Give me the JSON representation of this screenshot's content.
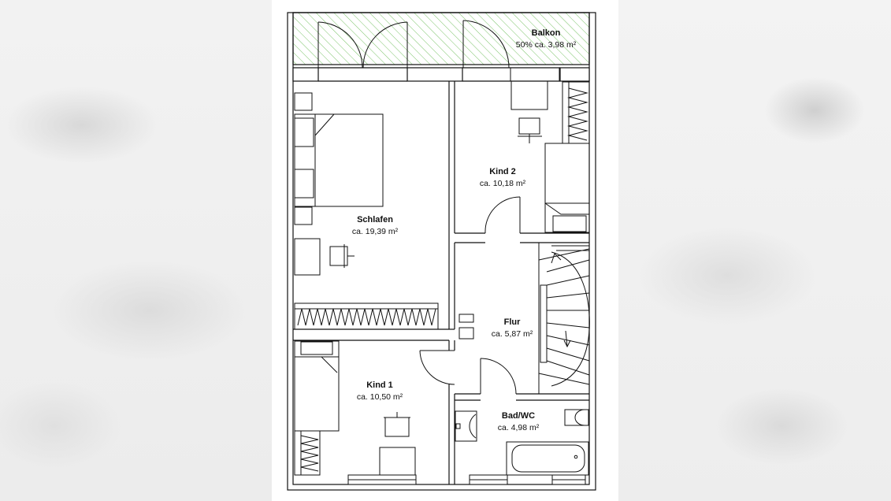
{
  "plan": {
    "rooms": [
      {
        "name": "Balkon",
        "area": "50% ca. 3,98 m²"
      },
      {
        "name": "Kind 2",
        "area": "ca. 10,18 m²"
      },
      {
        "name": "Schlafen",
        "area": "ca. 19,39 m²"
      },
      {
        "name": "Flur",
        "area": "ca. 5,87 m²"
      },
      {
        "name": "Kind 1",
        "area": "ca. 10,50 m²"
      },
      {
        "name": "Bad/WC",
        "area": "ca. 4,98 m²"
      }
    ]
  },
  "colors": {
    "wall": "#111111",
    "balcony_hatch": "#7cc46a",
    "paper": "#ffffff"
  }
}
